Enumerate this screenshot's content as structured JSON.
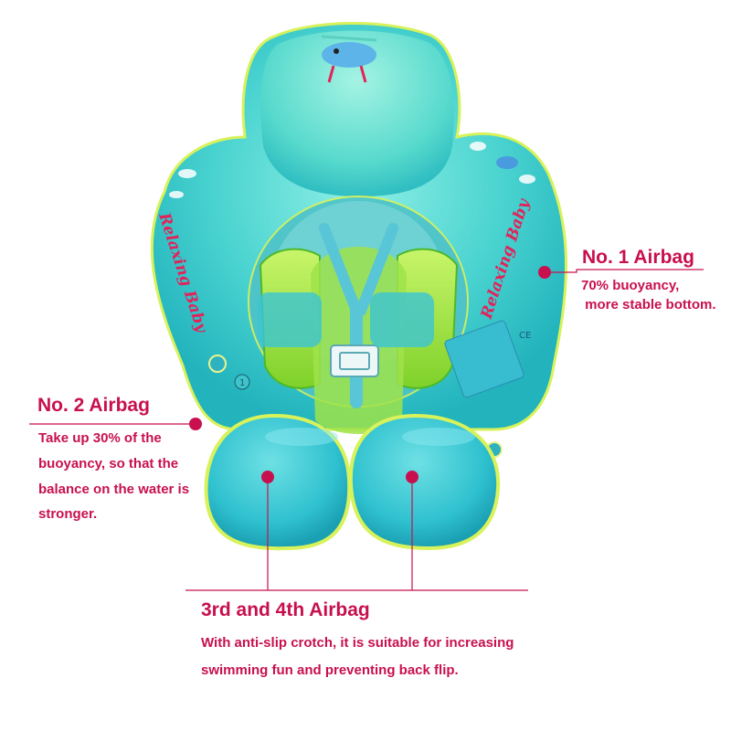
{
  "colors": {
    "accent": "#c8104f",
    "float_body": "#3cc9c9",
    "float_body_light": "#7fe6df",
    "seat_green": "#9be03a",
    "outline_yellow": "#d7f25a"
  },
  "product": {
    "brand_text_left": "Relaxing Baby",
    "brand_text_right": "Relaxing Baby",
    "valve_number": "1",
    "ce_mark": "CE"
  },
  "callouts": {
    "airbag1": {
      "title": "No. 1 Airbag",
      "lines": [
        "70% buoyancy,",
        " more stable bottom."
      ]
    },
    "airbag2": {
      "title": "No. 2 Airbag",
      "lines": [
        "Take up 30% of the",
        "buoyancy, so that the",
        "balance on the water is",
        "stronger."
      ]
    },
    "airbag34": {
      "title": "3rd and 4th Airbag",
      "lines": [
        "With anti-slip crotch, it is suitable for increasing",
        "swimming fun and preventing back flip."
      ]
    }
  }
}
